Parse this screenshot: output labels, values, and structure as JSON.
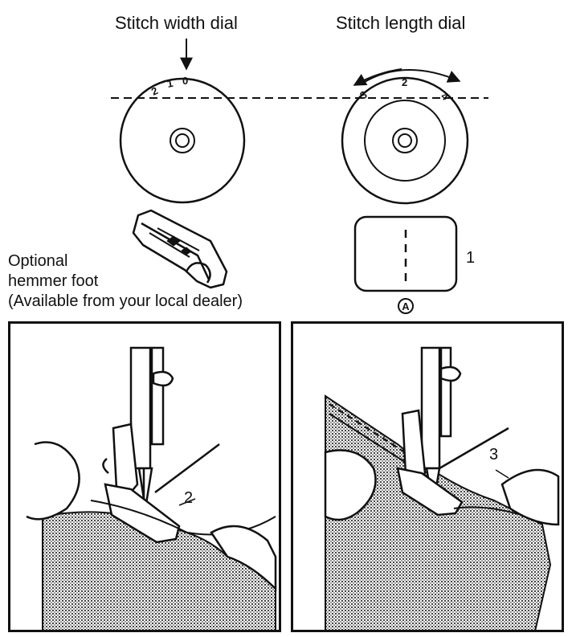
{
  "labels": {
    "stitch_width_dial": "Stitch width dial",
    "stitch_length_dial": "Stitch length dial",
    "optional_foot_line1": "Optional",
    "optional_foot_line2": "hemmer foot",
    "optional_foot_line3": "(Available from your local dealer)"
  },
  "width_dial": {
    "ticks": [
      "2",
      "1",
      "0"
    ]
  },
  "length_dial": {
    "ticks": [
      "3",
      "2",
      "4"
    ]
  },
  "pattern_box": {
    "number": "1",
    "badge": "A"
  },
  "panels": [
    {
      "id": "left",
      "callout": "2"
    },
    {
      "id": "right",
      "callout": "3"
    }
  ],
  "colors": {
    "ink": "#111111",
    "paper": "#ffffff",
    "fabric": "#9a9a9a"
  }
}
